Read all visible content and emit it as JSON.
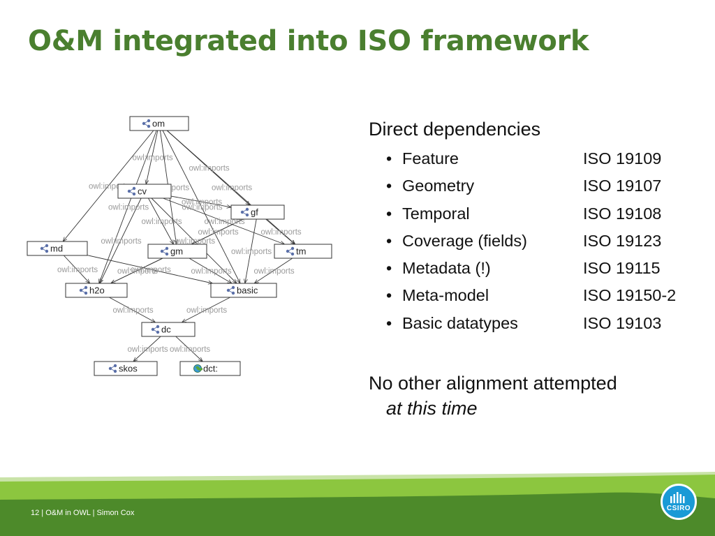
{
  "slide": {
    "title": "O&M integrated into ISO framework"
  },
  "diagram": {
    "edge_label": "owl:imports",
    "nodes": [
      {
        "id": "om",
        "label": "om",
        "icon": "ontology-icon"
      },
      {
        "id": "cv",
        "label": "cv",
        "icon": "ontology-icon"
      },
      {
        "id": "gf",
        "label": "gf",
        "icon": "ontology-icon"
      },
      {
        "id": "md",
        "label": "md",
        "icon": "ontology-icon"
      },
      {
        "id": "gm",
        "label": "gm",
        "icon": "ontology-icon"
      },
      {
        "id": "tm",
        "label": "tm",
        "icon": "ontology-icon"
      },
      {
        "id": "h2o",
        "label": "h2o",
        "icon": "ontology-icon"
      },
      {
        "id": "basic",
        "label": "basic",
        "icon": "ontology-icon"
      },
      {
        "id": "dc",
        "label": "dc",
        "icon": "ontology-icon"
      },
      {
        "id": "skos",
        "label": "skos",
        "icon": "ontology-icon"
      },
      {
        "id": "dct",
        "label": "dct:",
        "icon": "globe-icon"
      }
    ],
    "edges": [
      [
        "om",
        "cv"
      ],
      [
        "om",
        "gf"
      ],
      [
        "om",
        "md"
      ],
      [
        "om",
        "gm"
      ],
      [
        "om",
        "tm"
      ],
      [
        "om",
        "h2o"
      ],
      [
        "om",
        "basic"
      ],
      [
        "cv",
        "gf"
      ],
      [
        "cv",
        "gm"
      ],
      [
        "cv",
        "tm"
      ],
      [
        "cv",
        "h2o"
      ],
      [
        "cv",
        "basic"
      ],
      [
        "gf",
        "gm"
      ],
      [
        "gf",
        "tm"
      ],
      [
        "gf",
        "h2o"
      ],
      [
        "gf",
        "basic"
      ],
      [
        "gm",
        "h2o"
      ],
      [
        "gm",
        "basic"
      ],
      [
        "md",
        "h2o"
      ],
      [
        "md",
        "basic"
      ],
      [
        "tm",
        "basic"
      ],
      [
        "h2o",
        "dc"
      ],
      [
        "basic",
        "dc"
      ],
      [
        "dc",
        "skos"
      ],
      [
        "dc",
        "dct"
      ]
    ]
  },
  "dependencies": {
    "heading": "Direct dependencies",
    "items": [
      {
        "name": "Feature",
        "standard": "ISO 19109"
      },
      {
        "name": "Geometry",
        "standard": "ISO 19107"
      },
      {
        "name": "Temporal",
        "standard": "ISO 19108"
      },
      {
        "name": "Coverage (fields)",
        "standard": "ISO 19123"
      },
      {
        "name": "Metadata (!)",
        "standard": "ISO 19115"
      },
      {
        "name": "Meta-model",
        "standard": "ISO 19150-2"
      },
      {
        "name": "Basic datatypes",
        "standard": "ISO 19103"
      }
    ]
  },
  "note": {
    "line1": "No other alignment attempted",
    "line2": "at this time"
  },
  "footer": {
    "text": "12  |  O&M in OWL  |  Simon Cox",
    "logo_text": "CSIRO"
  },
  "colors": {
    "title": "#4a7f2f",
    "footer_dark": "#4d8a2a",
    "footer_light": "#8cc63f",
    "logo": "#1a9ad6"
  }
}
